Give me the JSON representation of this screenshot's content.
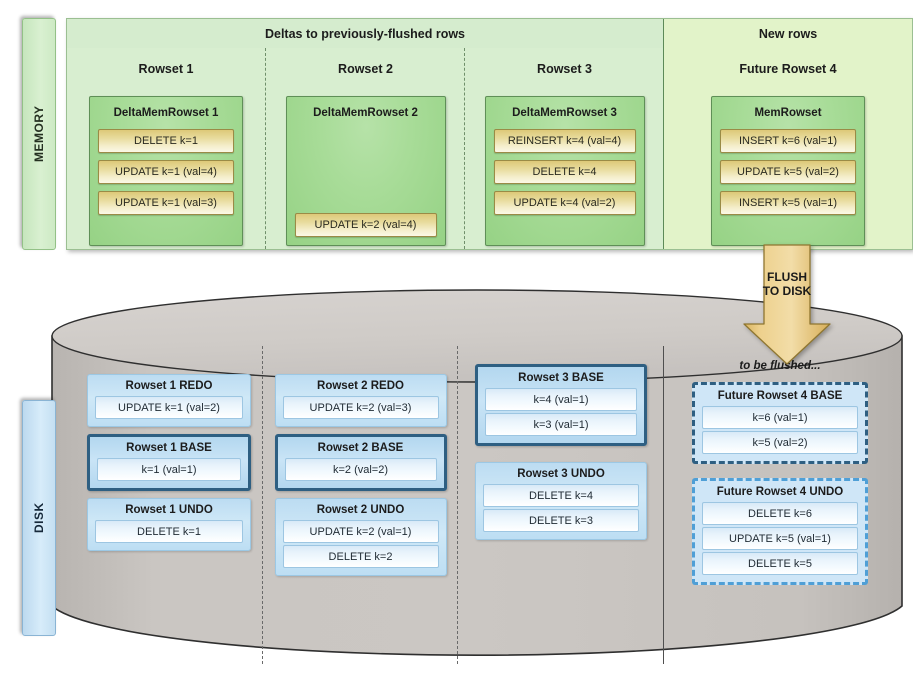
{
  "rails": {
    "memory": "MEMORY",
    "disk": "DISK"
  },
  "memory": {
    "headers": {
      "deltas": "Deltas to previously-flushed rows",
      "new_rows": "New rows"
    },
    "columns": [
      {
        "title": "Rowset 1",
        "box_title": "DeltaMemRowset 1",
        "align": "top",
        "ops": [
          "DELETE k=1",
          "UPDATE k=1 (val=4)",
          "UPDATE k=1 (val=3)"
        ]
      },
      {
        "title": "Rowset 2",
        "box_title": "DeltaMemRowset 2",
        "align": "bottom",
        "ops": [
          "UPDATE k=2 (val=4)"
        ]
      },
      {
        "title": "Rowset 3",
        "box_title": "DeltaMemRowset 3",
        "align": "top",
        "ops": [
          "REINSERT k=4 (val=4)",
          "DELETE k=4",
          "UPDATE k=4 (val=2)"
        ]
      },
      {
        "title": "Future Rowset 4",
        "box_title": "MemRowset",
        "align": "top",
        "ops": [
          "INSERT k=6 (val=1)",
          "UPDATE k=5 (val=2)",
          "INSERT k=5 (val=1)"
        ]
      }
    ]
  },
  "flush_arrow": {
    "line1": "FLUSH",
    "line2": "TO DISK",
    "color": "#e8c97a"
  },
  "disk": {
    "note": "to be flushed...",
    "columns": [
      {
        "groups": [
          {
            "title": "Rowset 1 REDO",
            "style": "plain",
            "rows": [
              "UPDATE k=1 (val=2)"
            ]
          },
          {
            "title": "Rowset 1 BASE",
            "style": "heavy",
            "rows": [
              "k=1 (val=1)"
            ]
          },
          {
            "title": "Rowset 1 UNDO",
            "style": "plain",
            "rows": [
              "DELETE k=1"
            ]
          }
        ]
      },
      {
        "groups": [
          {
            "title": "Rowset 2 REDO",
            "style": "plain",
            "rows": [
              "UPDATE k=2 (val=3)"
            ]
          },
          {
            "title": "Rowset 2 BASE",
            "style": "heavy",
            "rows": [
              "k=2 (val=2)"
            ]
          },
          {
            "title": "Rowset 2 UNDO",
            "style": "plain",
            "rows": [
              "UPDATE k=2 (val=1)",
              "DELETE k=2"
            ]
          }
        ]
      },
      {
        "groups": [
          {
            "title": "Rowset 3 BASE",
            "style": "heavy",
            "rows": [
              "k=4 (val=1)",
              "k=3 (val=1)"
            ]
          },
          {
            "title": "Rowset 3 UNDO",
            "style": "plain",
            "rows": [
              "DELETE k=4",
              "DELETE k=3"
            ]
          }
        ]
      },
      {
        "groups": [
          {
            "title": "Future Rowset 4 BASE",
            "style": "dash-dark",
            "rows": [
              "k=6 (val=1)",
              "k=5 (val=2)"
            ]
          },
          {
            "title": "Future Rowset 4 UNDO",
            "style": "dash-light",
            "rows": [
              "DELETE k=6",
              "UPDATE k=5 (val=1)",
              "DELETE k=5"
            ]
          }
        ]
      }
    ]
  },
  "colors": {
    "memory_green": "#d8eed0",
    "new_rows_green": "#e2f3c9",
    "delta_box_green": "#a8dc98",
    "op_gold": "#e8dc9e",
    "disk_gray": "#c9c5c1",
    "blue_group": "#bcdcf2",
    "blue_heavy_border": "#2e5f82",
    "blue_dash_light": "#4f9fd6"
  }
}
